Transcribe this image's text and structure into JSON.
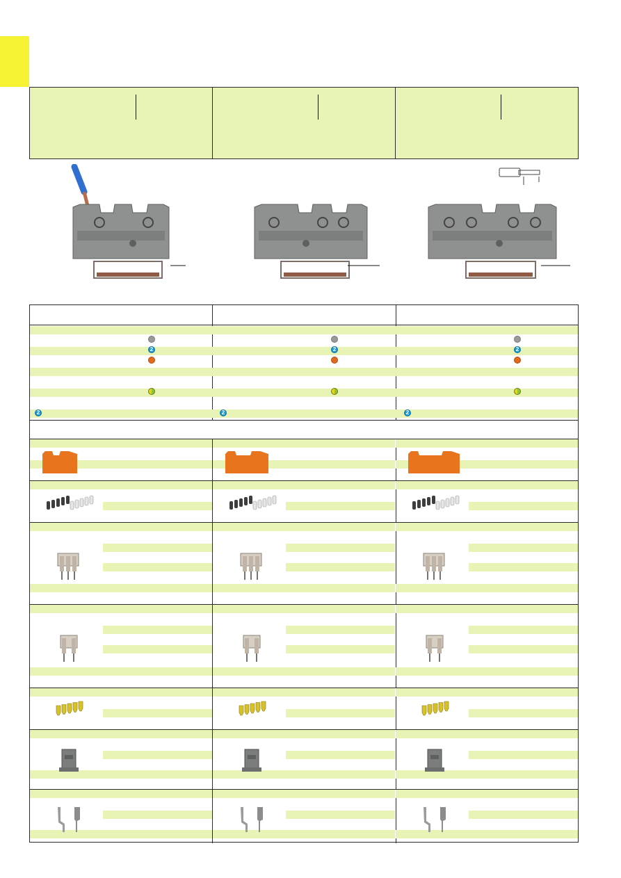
{
  "colors": {
    "accent_tab": "#f6f234",
    "band_green": "#e8f3b6",
    "border": "#2a2a2a",
    "housing_grey": "#8f9190",
    "marker_orange": "#e8741e",
    "marker_yellow": "#d8c22a",
    "jumper_beige": "#d8cfc4",
    "wire_blue": "#2f6fd0",
    "wire_copper": "#b76b4a"
  },
  "variants": [
    {
      "id": "2-conductor",
      "status_dots": [
        "grey-dot-icon",
        "push-in-2-icon",
        "orange-dot-icon",
        "green-yellow-dot-icon"
      ],
      "footnote_icon": "push-in-2-icon"
    },
    {
      "id": "3-conductor",
      "status_dots": [
        "grey-dot-icon",
        "push-in-2-icon",
        "orange-dot-icon",
        "green-yellow-dot-icon"
      ],
      "footnote_icon": "push-in-2-icon"
    },
    {
      "id": "4-conductor",
      "status_dots": [
        "grey-dot-icon",
        "push-in-2-icon",
        "orange-dot-icon",
        "green-yellow-dot-icon"
      ],
      "footnote_icon": "push-in-2-icon"
    }
  ],
  "icons": {
    "push_in_label": "2"
  },
  "accessories": [
    "end-plate-icon",
    "marker-strip-icon",
    "three-way-jumper-icon",
    "two-way-jumper-icon",
    "yellow-marker-card-icon",
    "end-stop-icon",
    "test-plug-icon"
  ]
}
